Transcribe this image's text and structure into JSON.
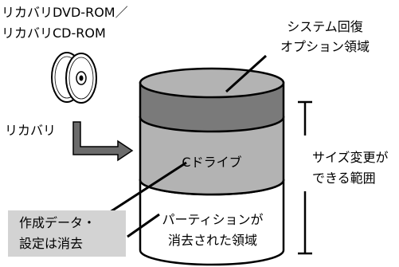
{
  "media": {
    "title_line1": "リカバリDVD-ROM／",
    "title_line2": "リカバリCD-ROM",
    "arrow_label": "リカバリ"
  },
  "cylinder": {
    "system_area_line1": "システム回復",
    "system_area_line2": "オプション領域",
    "c_drive": "Cドライブ",
    "erased_partition_line1": "パーティションが",
    "erased_partition_line2": "消去された領域"
  },
  "resizable": {
    "line1": "サイズ変更が",
    "line2": "できる範囲"
  },
  "note": {
    "line1": "作成データ・",
    "line2": "設定は消去"
  },
  "colors": {
    "top_layer": "#7a7a7a",
    "middle_layer": "#b3b3b3",
    "bottom_layer": "#ffffff",
    "note_bg": "#d3d3d3",
    "stroke": "#000000"
  }
}
